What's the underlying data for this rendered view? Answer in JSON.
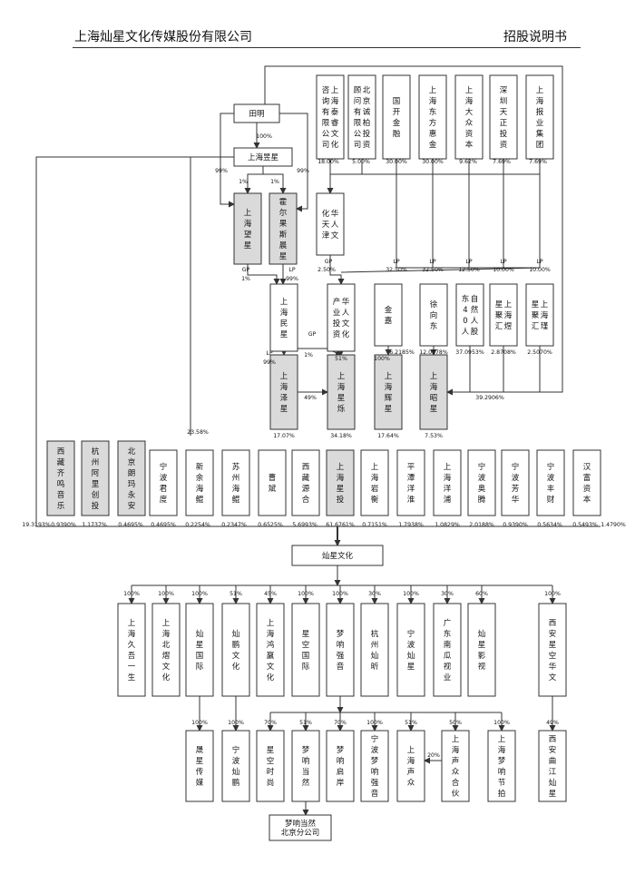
{
  "header": {
    "company": "上海灿星文化传媒股份有限公司",
    "doc": "招股说明书"
  },
  "nodes": {
    "tianming": "田明",
    "shyixing": "上海昱星",
    "shwangxing": "上海望星",
    "huoerguo": "霍尔果斯晨星",
    "shminxing": "上海民星",
    "shzexing": "上海泽星",
    "hrcy": "华人文化产业投资",
    "hrtj": "华人文化天津",
    "shxingchen": "上海星烁",
    "jinjia": "金嘉",
    "shhuixing": "上海辉星",
    "xuxiangdong": "徐向东",
    "ziran40": "自然人股东40人",
    "shxinxing": "上海煜星聚汇",
    "shyuxing": "上海瑾星聚汇",
    "shzhaoxing": "上海昭星",
    "taizun": "上海泰睿文化咨询有限公司",
    "chengbai": "北京诚柏投资顾问有限公司",
    "guokai": "国开金融",
    "dongfang": "上海东方惠金",
    "dazhong": "上海大众资本",
    "tianzheng": "深圳天正投资",
    "baoye": "上海报业集团",
    "xzqm": "西藏齐鸣音乐",
    "hzaly": "杭州阿里创投",
    "bjlmya": "北京朗玛永安",
    "nbjy": "宁波君度",
    "xyhh": "新余海鲲",
    "szhk": "苏州海鲲",
    "caobin": "曹斌",
    "xzyh": "西藏源合",
    "shxt": "上海星投",
    "shyh": "上海岩衡",
    "ptyx": "平潭洋淮",
    "shyp": "上海洋浦",
    "nbat": "宁波奥腾",
    "nbfh": "宁波芳华",
    "nbfc": "宁波丰财",
    "hfzb": "汉富资本",
    "canxing": "灿星文化",
    "shjw": "上海久吾一生",
    "shbf": "上海北熠文化",
    "cxgj": "灿星国际",
    "cpwh": "灿鹏文化",
    "shhy": "上海鸿赢文化",
    "xkgj": "星空国际",
    "mxqy": "梦响强音",
    "hzcs": "杭州灿昕",
    "nbcx": "宁波灿星",
    "gdng": "广东南瓜视业",
    "cxyx": "灿星影视",
    "xaxk": "西安星空华文",
    "sxcm": "晟星传媒",
    "nbcp": "宁波灿鹏",
    "xkss": "星空时尚",
    "mxdr": "梦响当然",
    "mxqa": "梦响启岸",
    "nbmx": "宁波梦响强音",
    "shsz": "上海声众",
    "shszhh": "上海声众合伙",
    "shmxjp": "上海梦响节拍",
    "xaqj": "西安曲江灿星",
    "bjfgs": "梦响当然北京分公司"
  },
  "labels": {
    "p100": "100%",
    "p99": "99%",
    "p1": "1%",
    "gp": "GP",
    "lp": "LP",
    "p1pct": "1%",
    "v1800": "18.00%",
    "v500": "5.00%",
    "v3000a": "30.00%",
    "v3000b": "30.00%",
    "v962": "9.62%",
    "v769a": "7.69%",
    "v769b": "7.69%",
    "v250": "2.50%",
    "v3250a": "32.50%",
    "v3250b": "32.50%",
    "v1250": "12.50%",
    "v1000a": "10.00%",
    "v1000b": "10.00%",
    "v49": "49%",
    "v51": "51%",
    "v62185": "6.2185%",
    "v120178": "12.0178%",
    "v370953": "37.0953%",
    "v28708": "2.8708%",
    "v25070": "2.5070%",
    "v2358": "23.58%",
    "v1707": "17.07%",
    "v3418": "34.18%",
    "v1764": "17.64%",
    "v753": "7.53%",
    "v392906": "39.2906%",
    "v193193": "19.3193%",
    "v09390a": "0.9390%",
    "v11737": "1.1737%",
    "v04695a": "0.4695%",
    "v04695b": "0.4695%",
    "v02254": "0.2254%",
    "v02347": "0.2347%",
    "v06525": "0.6525%",
    "v56993": "5.6993%",
    "v616761": "61.6761%",
    "v07151": "0.7151%",
    "v17938": "1.7938%",
    "v10829": "1.0829%",
    "v20188": "2.0188%",
    "v09390b": "0.9390%",
    "v05634": "0.5634%",
    "v05493": "0.5493%",
    "v14790": "1.4790%",
    "s51": "51%",
    "s45": "45%",
    "s30a": "30%",
    "s30b": "30%",
    "s60": "60%",
    "s70a": "70%",
    "s70b": "70%",
    "s50": "50%",
    "s20": "20%"
  }
}
